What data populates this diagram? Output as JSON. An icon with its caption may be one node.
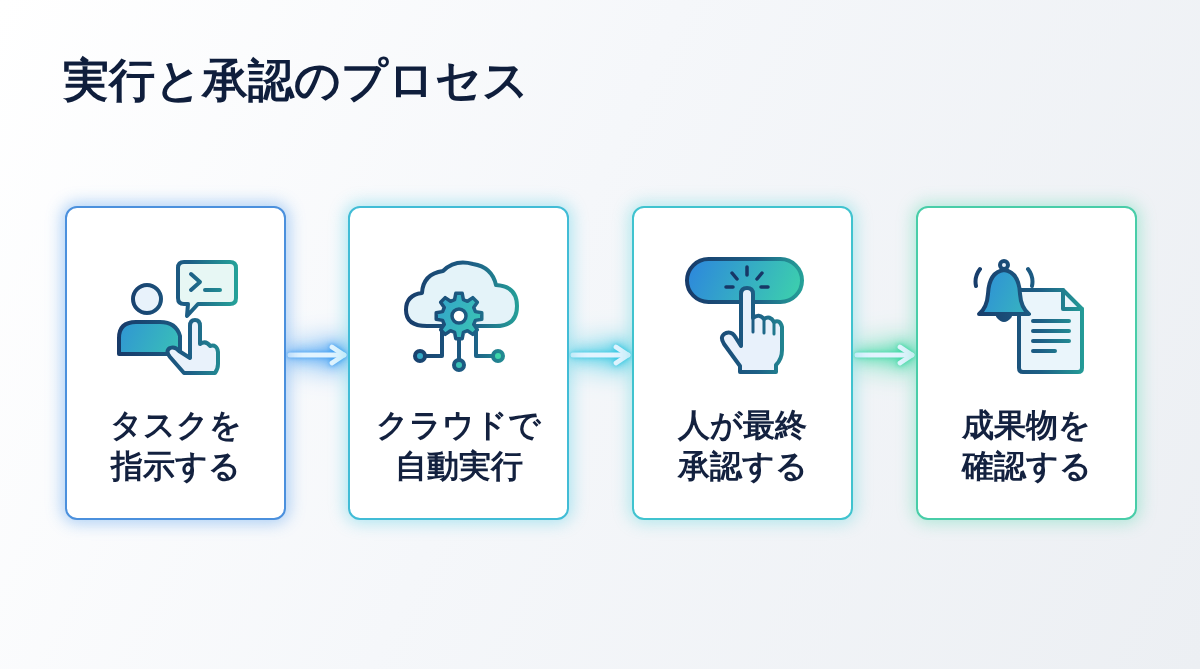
{
  "diagram": {
    "title": "実行と承認のプロセス",
    "nodes": [
      {
        "text": [
          "タスクを指示する"
        ]
      },
      {
        "text": [
          "クラウドで自動実行"
        ]
      },
      {
        "text": [
          "人が最終承認する"
        ]
      },
      {
        "text": [
          "成果物を確認する"
        ]
      }
    ],
    "edges": [
      {
        "from": 0,
        "to": 1,
        "arrow": "to"
      },
      {
        "from": 1,
        "to": 2,
        "arrow": "to"
      },
      {
        "from": 2,
        "to": 3,
        "arrow": "to"
      }
    ]
  }
}
